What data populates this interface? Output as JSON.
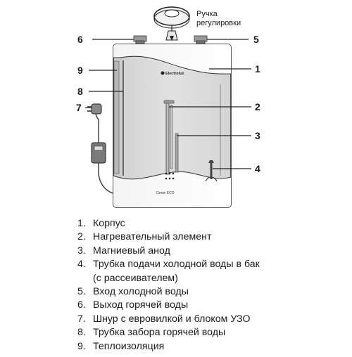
{
  "knob_label": {
    "line1": "Ручка",
    "line2": "регулировки"
  },
  "brand": "Electrolux",
  "model": "Genie ECO",
  "callouts": [
    "1",
    "2",
    "3",
    "4",
    "5",
    "6",
    "7",
    "8",
    "9"
  ],
  "legend": [
    {
      "num": "1.",
      "text": "Корпус"
    },
    {
      "num": "2.",
      "text": "Нагревательный элемент"
    },
    {
      "num": "3.",
      "text": "Магниевый анод"
    },
    {
      "num": "4.",
      "text": "Трубка подачи холодной воды в бак",
      "cont": "(с рассеивателем)"
    },
    {
      "num": "5.",
      "text": "Вход холодной воды"
    },
    {
      "num": "6.",
      "text": "Выход горячей воды"
    },
    {
      "num": "7.",
      "text": "Шнур с евровилкой и блоком УЗО"
    },
    {
      "num": "8.",
      "text": "Трубка забора горячей воды"
    },
    {
      "num": "9.",
      "text": "Теплоизоляция"
    }
  ]
}
